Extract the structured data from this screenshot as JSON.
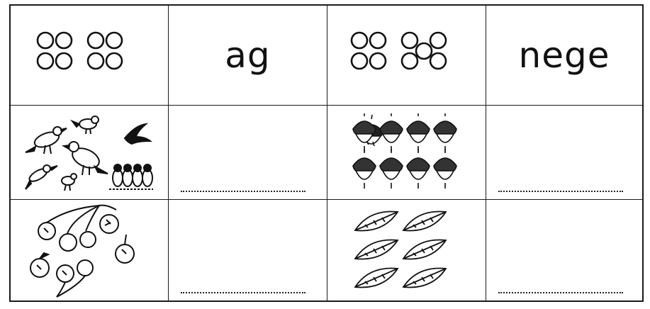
{
  "worksheet": {
    "header": {
      "word_two": "ag",
      "word_ten": "nege"
    },
    "rows": [
      {
        "left_picture": "birds",
        "right_picture": "acorns"
      },
      {
        "left_picture": "cherries",
        "right_picture": "leaves"
      }
    ],
    "icons": {
      "circles_eight": "eight-circles-icon",
      "circles_nine": "nine-circles-icon"
    }
  }
}
